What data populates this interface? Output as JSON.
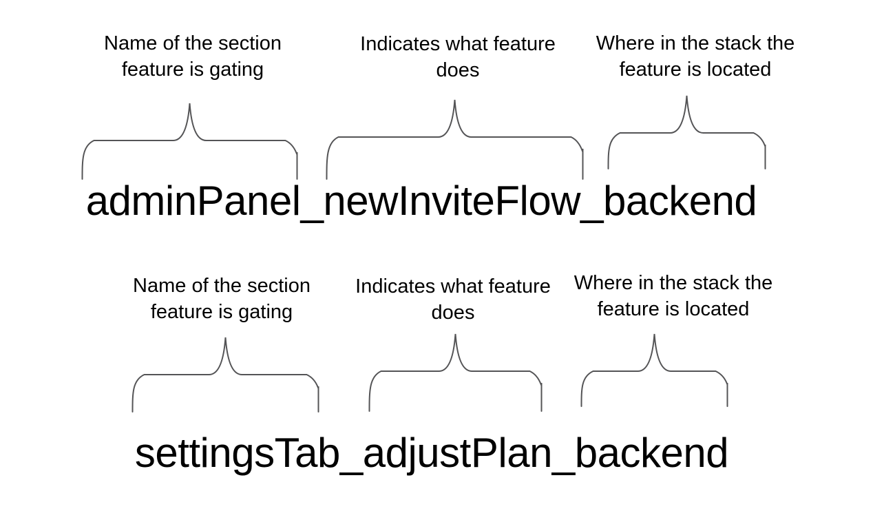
{
  "colors": {
    "background": "#ffffff",
    "text": "#000000",
    "brace": "#545456"
  },
  "groups": [
    {
      "flag_name": "adminPanel_newInviteFlow_backend",
      "segments": [
        {
          "label_line1": "Name of the section",
          "label_line2": "feature is gating"
        },
        {
          "label_line1": "Indicates what feature",
          "label_line2": "does"
        },
        {
          "label_line1": "Where in the stack the",
          "label_line2": "feature is located"
        }
      ]
    },
    {
      "flag_name": "settingsTab_adjustPlan_backend",
      "segments": [
        {
          "label_line1": "Name of the section",
          "label_line2": "feature is gating"
        },
        {
          "label_line1": "Indicates what feature",
          "label_line2": "does"
        },
        {
          "label_line1": "Where in the stack the",
          "label_line2": "feature is located"
        }
      ]
    }
  ]
}
